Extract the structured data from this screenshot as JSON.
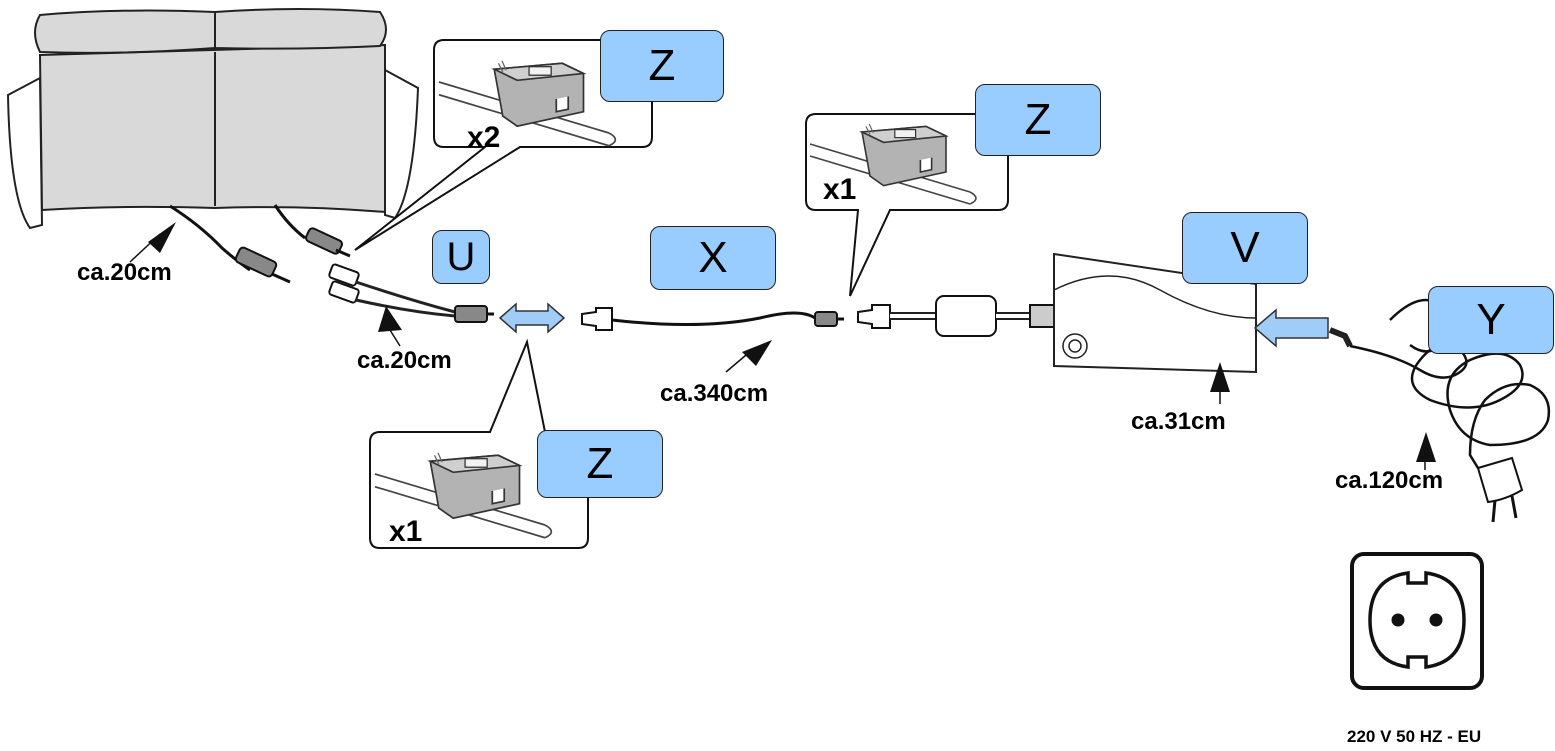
{
  "labels": {
    "U": "U",
    "V": "V",
    "X": "X",
    "Y": "Y",
    "Z": "Z"
  },
  "callouts": [
    {
      "label": "Z",
      "quantity": "x2"
    },
    {
      "label": "Z",
      "quantity": "x1"
    },
    {
      "label": "Z",
      "quantity": "x1"
    }
  ],
  "lengths": {
    "sofa_cable": "ca.20cm",
    "split_cable": "ca.20cm",
    "extension_cable": "ca.340cm",
    "transformer_cable": "ca.31cm",
    "power_cord": "ca.120cm"
  },
  "voltage": "220 V 50 HZ - EU",
  "colors": {
    "label_fill": "#99ccff",
    "arrow_fill": "#9fcdf8",
    "sofa_fill": "#d9d9d9",
    "clip_fill": "#b3b3b3"
  }
}
